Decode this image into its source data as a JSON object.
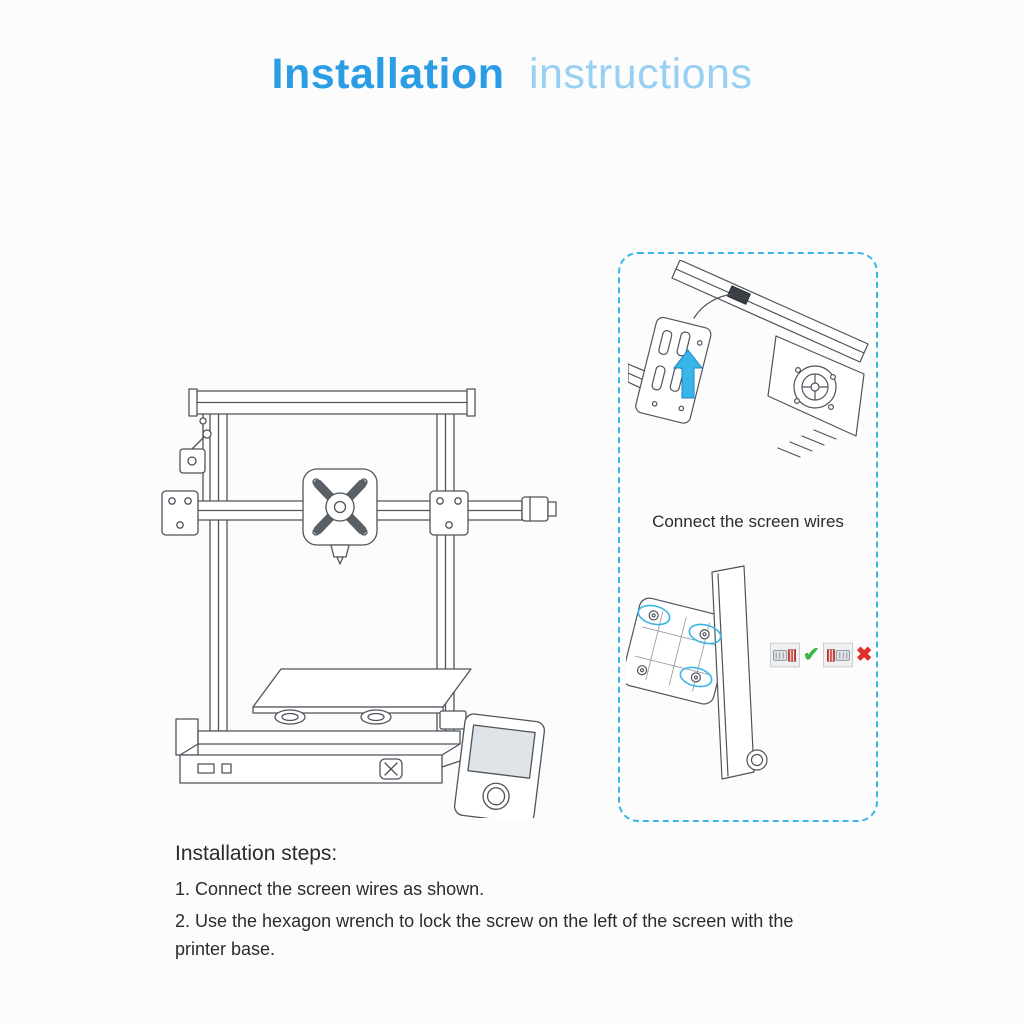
{
  "title": {
    "primary": "Installation",
    "secondary": "instructions"
  },
  "callout": {
    "caption": "Connect the screen wires"
  },
  "steps": {
    "heading": "Installation steps:",
    "items": [
      "1. Connect the screen wires as shown.",
      "2. Use the hexagon wrench to lock the screw on the left of the screen with the printer base."
    ]
  },
  "icons": {
    "check": "✔",
    "cross": "✖"
  },
  "colors": {
    "title-primary": "#2a9de4",
    "title-secondary": "#97d0f2",
    "accent-blue": "#3ab5e9",
    "check-green": "#3cb54a",
    "cross-red": "#e0302c",
    "line": "#4e545b",
    "text": "#2b2b2b",
    "background": "#fcfcfc"
  }
}
